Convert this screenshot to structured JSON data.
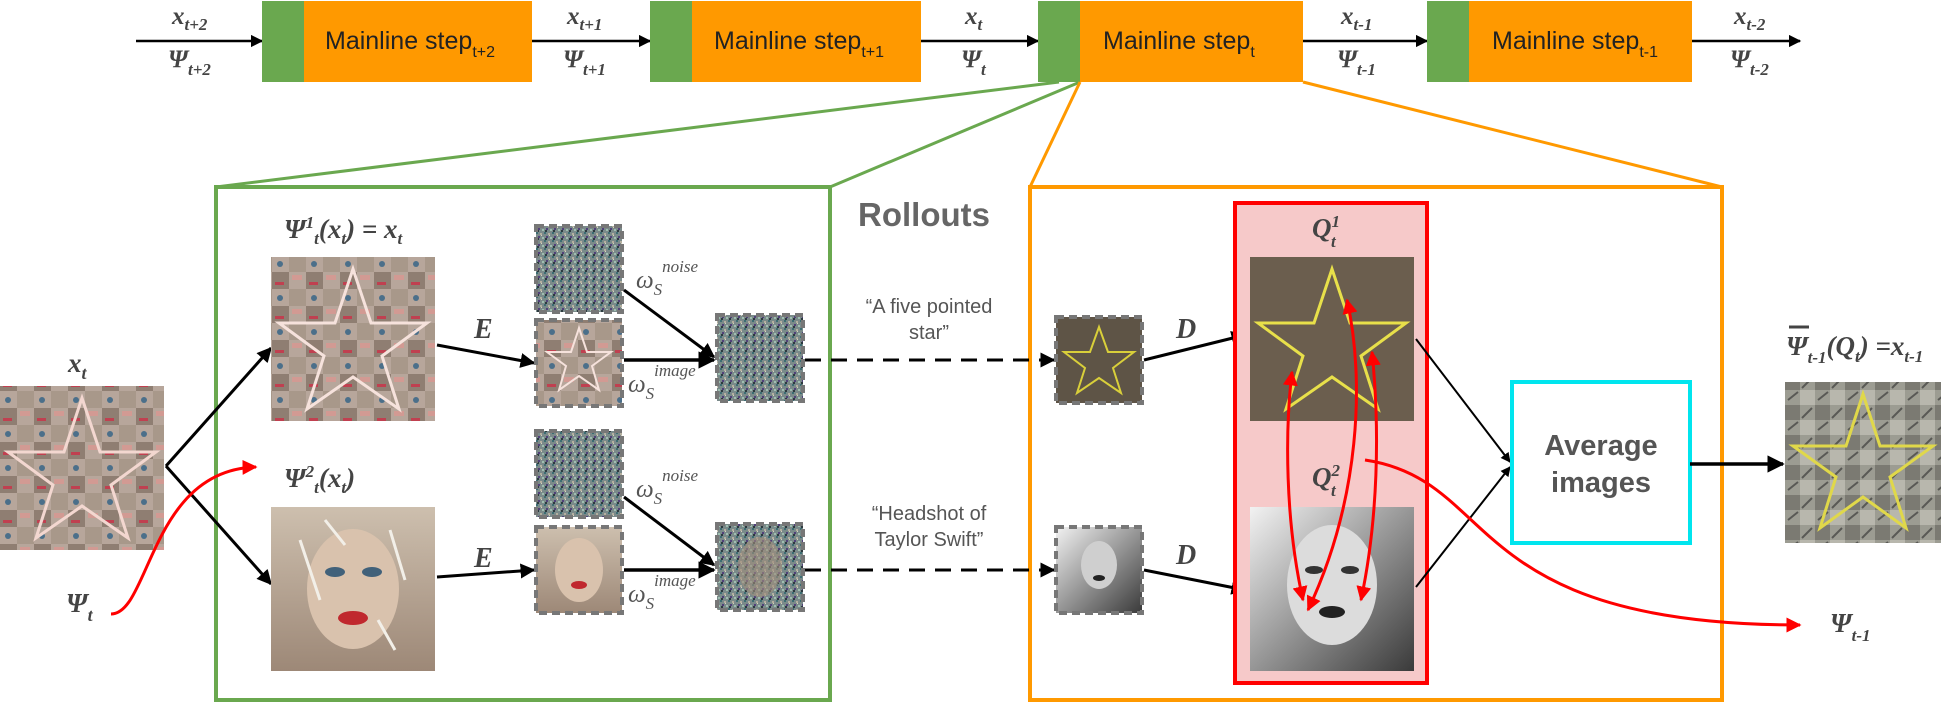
{
  "mainline": {
    "blocks": [
      {
        "label": "Mainline step",
        "sub": "t+2"
      },
      {
        "label": "Mainline step",
        "sub": "t+1"
      },
      {
        "label": "Mainline step",
        "sub": "t"
      },
      {
        "label": "Mainline step",
        "sub": "t-1"
      }
    ],
    "arrows": [
      {
        "x": "x",
        "x_sub": "t+2",
        "psi": "Ψ",
        "psi_sub": "t+2"
      },
      {
        "x": "x",
        "x_sub": "t+1",
        "psi": "Ψ",
        "psi_sub": "t+1"
      },
      {
        "x": "x",
        "x_sub": "t",
        "psi": "Ψ",
        "psi_sub": "t"
      },
      {
        "x": "x",
        "x_sub": "t-1",
        "psi": "Ψ",
        "psi_sub": "t-1"
      },
      {
        "x": "x",
        "x_sub": "t-2",
        "psi": "Ψ",
        "psi_sub": "t-2"
      }
    ]
  },
  "input": {
    "label": "x",
    "label_sub": "t",
    "psi": "Ψ",
    "psi_sub": "t"
  },
  "rollouts": {
    "title": "Rollouts",
    "psi1": {
      "psi": "Ψ",
      "sup": "1",
      "sub": "t",
      "arg": "(x",
      "arg_sub": "t",
      "rest": ") = x",
      "rest_sub": "t"
    },
    "psi2": {
      "psi": "Ψ",
      "sup": "2",
      "sub": "t",
      "arg": "(x",
      "arg_sub": "t",
      "rest": ")"
    },
    "encoder": "E",
    "decoder": "D",
    "omega": "ω",
    "omega_sub": "S",
    "noise_sup": "noise",
    "image_sup": "image",
    "prompt1_line1": "“A five pointed",
    "prompt1_line2": "star”",
    "prompt2_line1": "“Headshot of",
    "prompt2_line2": "Taylor Swift”",
    "q1": {
      "q": "Q",
      "sup": "1",
      "sub": "t"
    },
    "q2": {
      "q": "Q",
      "sup": "2",
      "sub": "t"
    }
  },
  "average": {
    "line1": "Average",
    "line2": "images"
  },
  "output": {
    "psi": "Ψ",
    "psi_sub": "t-1",
    "arg": "(Q",
    "arg_sub": "t",
    "rest": ") =x",
    "rest_sub": "t-1",
    "next_psi": "Ψ",
    "next_psi_sub": "t-1"
  },
  "colors": {
    "green": "#6aa84f",
    "orange": "#ff9900",
    "red": "#ff0000",
    "cyan": "#00e5ee",
    "q_fill": "#f6c9c9",
    "text_gray": "#666666"
  }
}
